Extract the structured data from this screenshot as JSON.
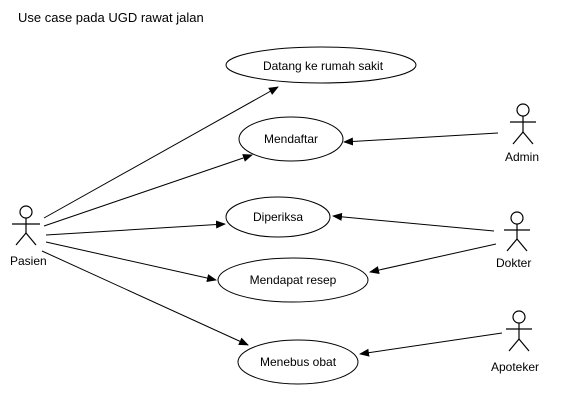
{
  "title": "Use case pada UGD rawat jalan",
  "actors": {
    "pasien": "Pasien",
    "admin": "Admin",
    "dokter": "Dokter",
    "apoteker": "Apoteker"
  },
  "use_cases": {
    "datang": "Datang ke rumah sakit",
    "mendaftar": "Mendaftar",
    "diperiksa": "Diperiksa",
    "resep": "Mendapat resep",
    "obat": "Menebus obat"
  },
  "colors": {
    "line": "#000000",
    "background": "#ffffff"
  }
}
